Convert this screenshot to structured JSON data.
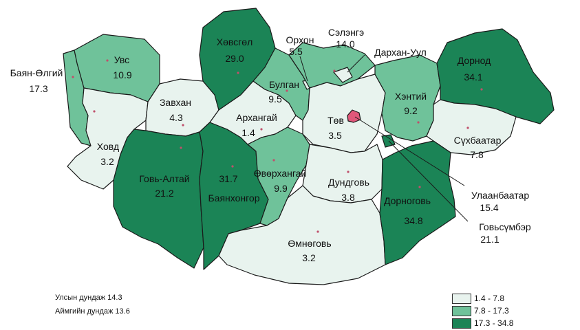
{
  "colors": {
    "light": "#e8f3ee",
    "medium": "#6fc29a",
    "dark": "#1b8456",
    "capital": "#e0577a",
    "border": "#1a1a1a"
  },
  "legend": [
    {
      "range": "1.4 - 7.8",
      "color": "#e8f3ee"
    },
    {
      "range": "7.8 - 17.3",
      "color": "#6fc29a"
    },
    {
      "range": "17.3 - 34.8",
      "color": "#1b8456"
    }
  ],
  "notes": {
    "national_avg": "Улсын дундаж 14.3",
    "aimag_avg": "Аймгийн дундаж 13.6"
  },
  "regions": {
    "bayan_olgii": {
      "name": "Баян-Өлгий",
      "value": "17.3",
      "class": "medium"
    },
    "uvs": {
      "name": "Увс",
      "value": "10.9",
      "class": "medium"
    },
    "khovd": {
      "name": "Ховд",
      "value": "3.2",
      "class": "light"
    },
    "zavkhan": {
      "name": "Завхан",
      "value": "4.3",
      "class": "light"
    },
    "khovsgol": {
      "name": "Хөвсгөл",
      "value": "29.0",
      "class": "dark"
    },
    "govi_altai": {
      "name": "Говь-Алтай",
      "value": "21.2",
      "class": "dark"
    },
    "bayankhongor": {
      "name": "Баянхонгор",
      "value": "31.7",
      "class": "dark"
    },
    "arkhangai": {
      "name": "Архангай",
      "value": "1.4",
      "class": "light"
    },
    "bulgan": {
      "name": "Булган",
      "value": "9.5",
      "class": "medium"
    },
    "orkhon": {
      "name": "Орхон",
      "value": "5.5",
      "class": "light"
    },
    "selenge": {
      "name": "Сэлэнгэ",
      "value": "14.0",
      "class": "medium"
    },
    "darkhan_uul": {
      "name": "Дархан-Уул",
      "value": "",
      "class": "light"
    },
    "tov": {
      "name": "Төв",
      "value": "3.5",
      "class": "light"
    },
    "ovorkhangai": {
      "name": "Өвөрхангай",
      "value": "9.9",
      "class": "medium"
    },
    "dundgovi": {
      "name": "Дундговь",
      "value": "3.8",
      "class": "light"
    },
    "omnogovi": {
      "name": "Өмнөговь",
      "value": "3.2",
      "class": "light"
    },
    "khentii": {
      "name": "Хэнтий",
      "value": "9.2",
      "class": "medium"
    },
    "dornod": {
      "name": "Дорнод",
      "value": "34.1",
      "class": "dark"
    },
    "sukhbaatar": {
      "name": "Сүхбаатар",
      "value": "7.8",
      "class": "light"
    },
    "dornogovi": {
      "name": "Дорноговь",
      "value": "34.8",
      "class": "dark"
    },
    "ulaanbaatar": {
      "name": "Улаанбаатар",
      "value": "15.4",
      "class": "capital"
    },
    "govisumber": {
      "name": "Говьсүмбэр",
      "value": "21.1",
      "class": "dark"
    }
  }
}
